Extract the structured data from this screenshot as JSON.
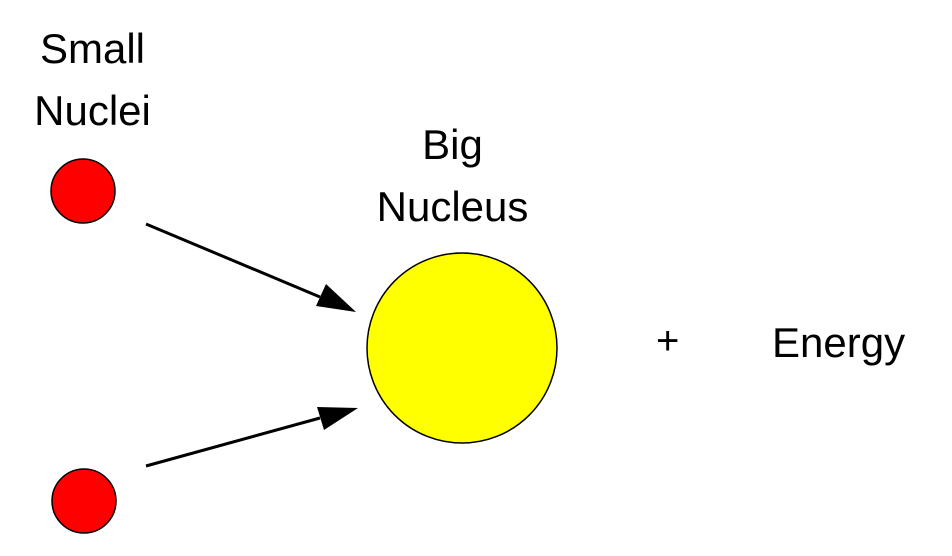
{
  "labels": {
    "small_nuclei": [
      "Small",
      "Nuclei"
    ],
    "big_nucleus": [
      "Big",
      "Nucleus"
    ],
    "plus": "+",
    "energy": "Energy"
  },
  "colors": {
    "small_nucleus_fill": "#ff0000",
    "big_nucleus_fill": "#ffff00",
    "outline": "#000000",
    "arrow": "#000000",
    "background": "#ffffff"
  }
}
